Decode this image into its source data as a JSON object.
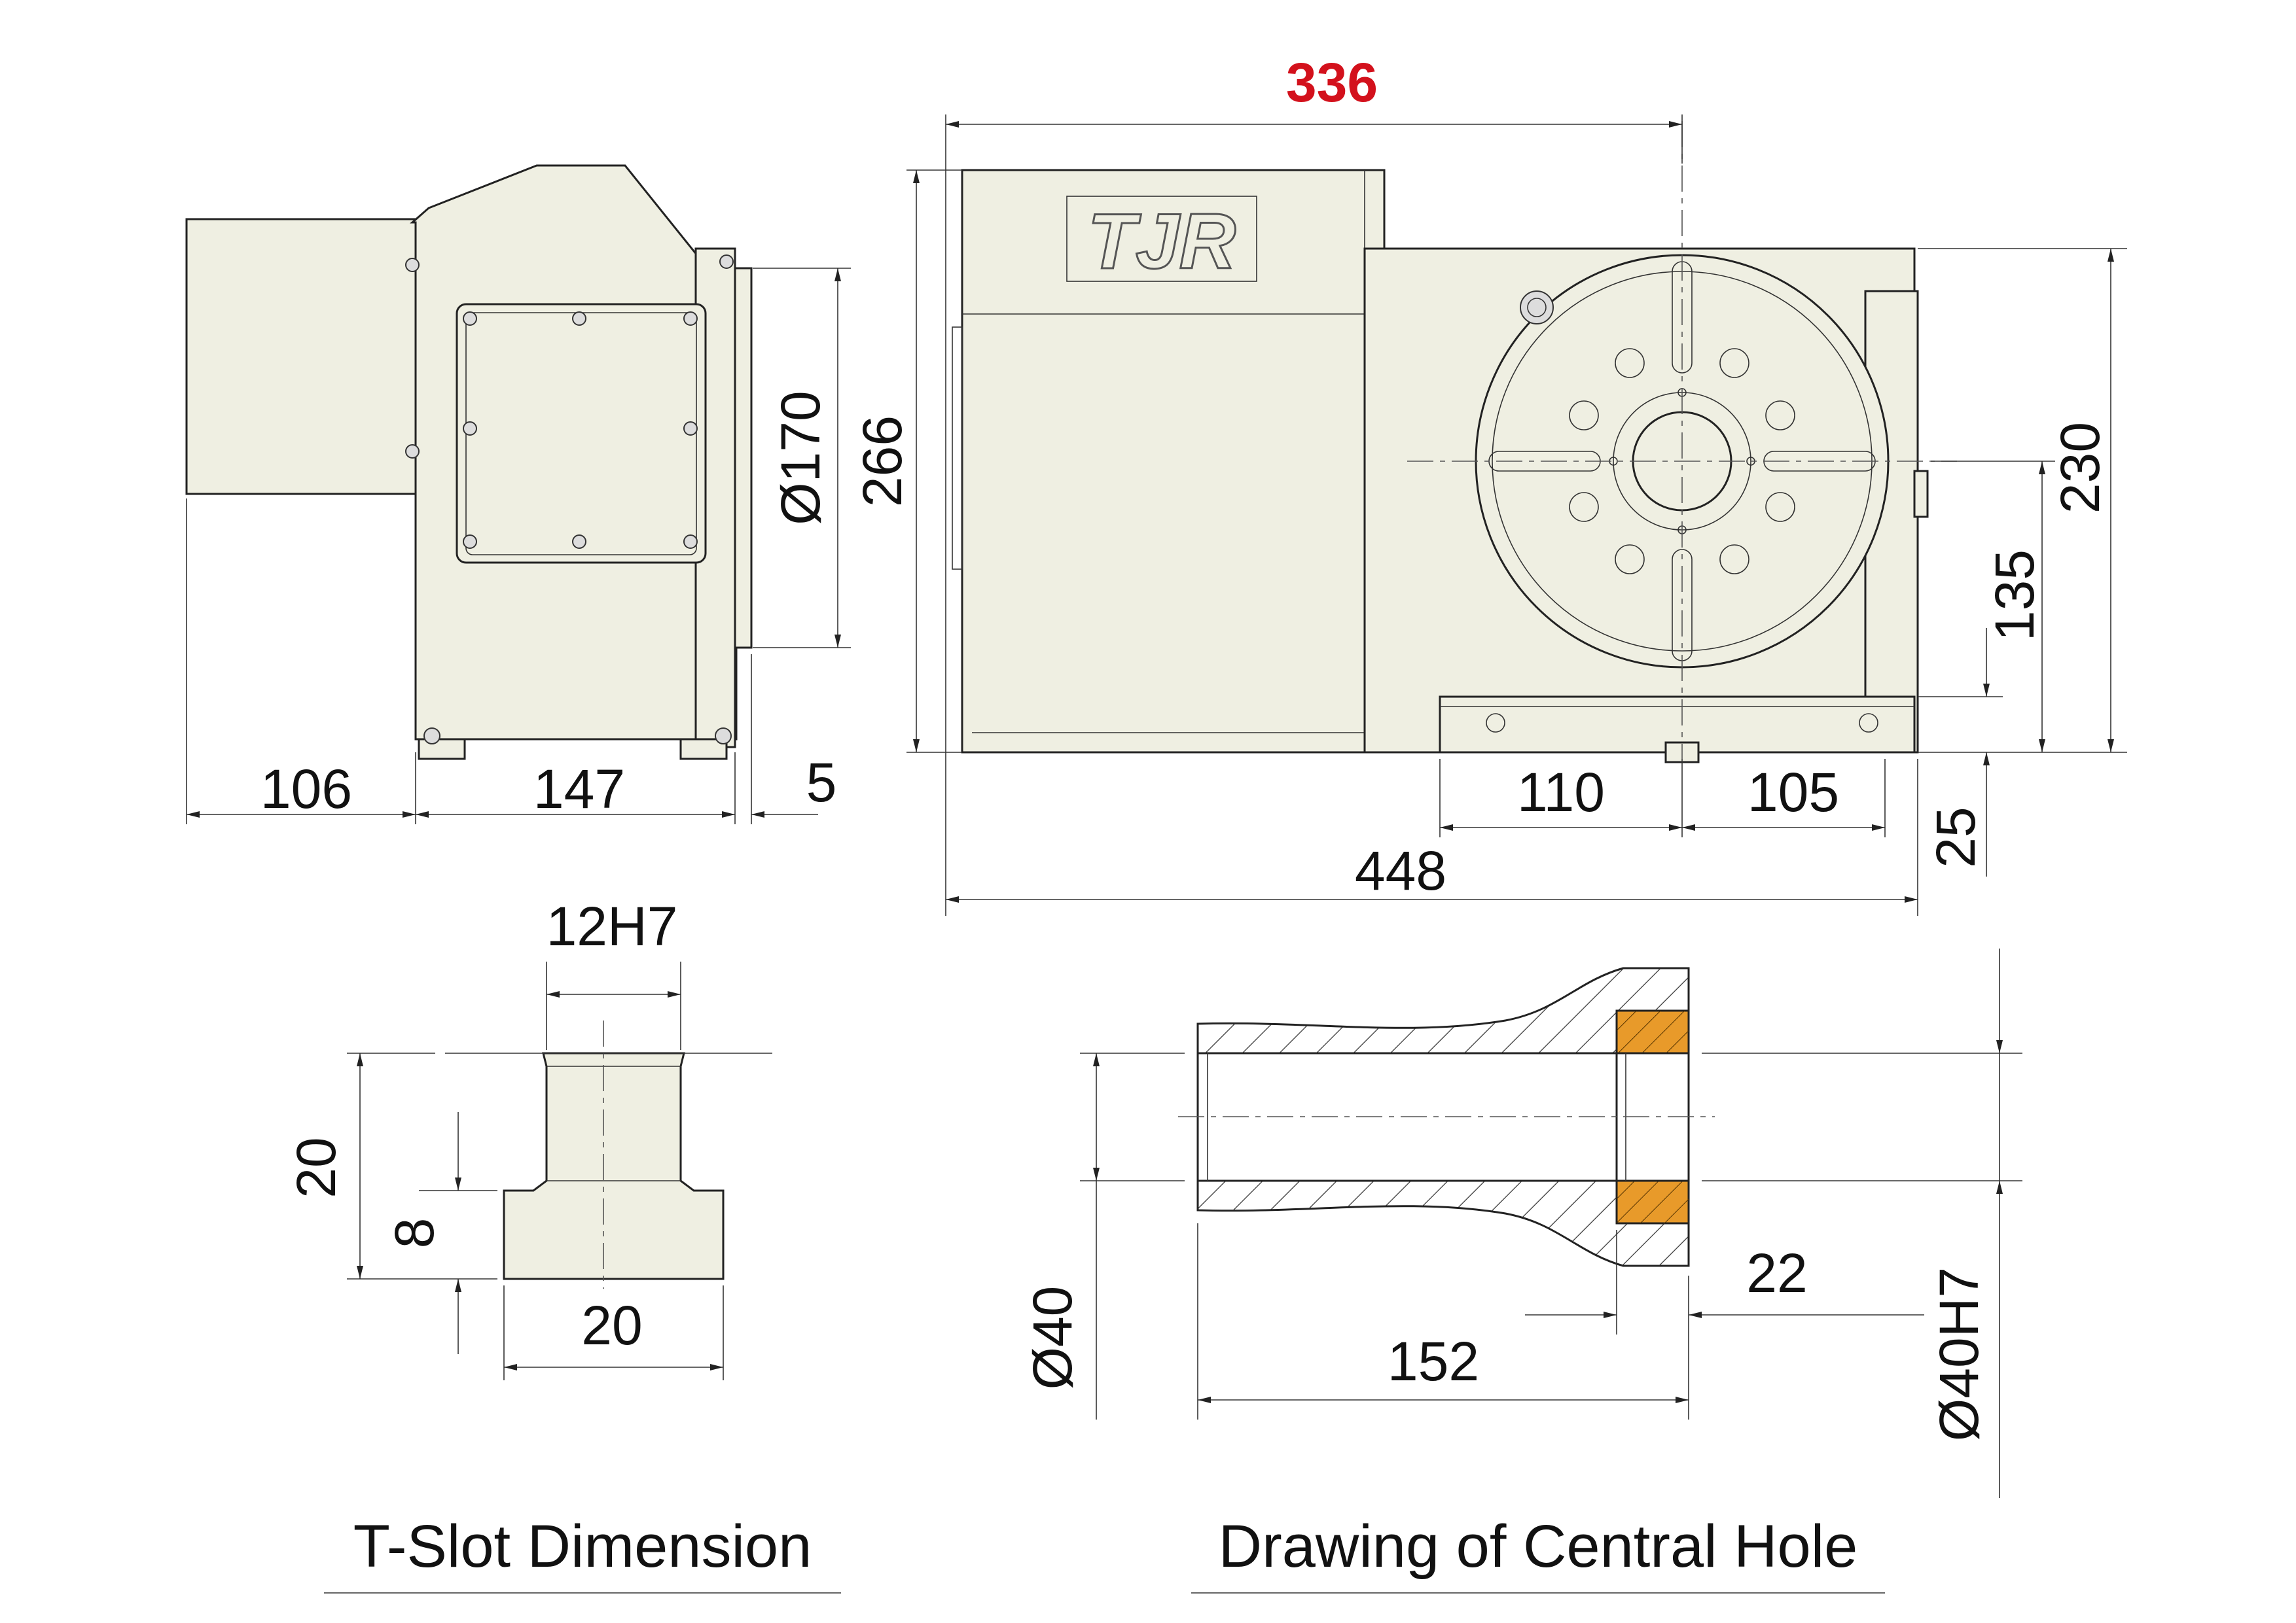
{
  "brand": "TJR",
  "colors": {
    "body_fill": "#efefe2",
    "highlight_dimension": "#d3111c",
    "bushing": "#e89a2a"
  },
  "side_view": {
    "dims": {
      "motor_length": "106",
      "body_width": "147",
      "flange": "5",
      "diameter": "Ø170"
    }
  },
  "front_view": {
    "dims": {
      "top_length": "336",
      "height": "266",
      "table_height": "230",
      "center_height": "135",
      "base_offset": "25",
      "left_span": "110",
      "right_span": "105",
      "overall_length": "448"
    }
  },
  "tslot": {
    "title": "T-Slot Dimension",
    "dims": {
      "slot_width": "12H7",
      "depth": "20",
      "head_height": "8",
      "head_width": "20"
    }
  },
  "central_hole": {
    "title": "Drawing of Central Hole",
    "dims": {
      "bore": "Ø40",
      "length": "152",
      "bushing_length": "22",
      "fit": "Ø40H7"
    }
  }
}
